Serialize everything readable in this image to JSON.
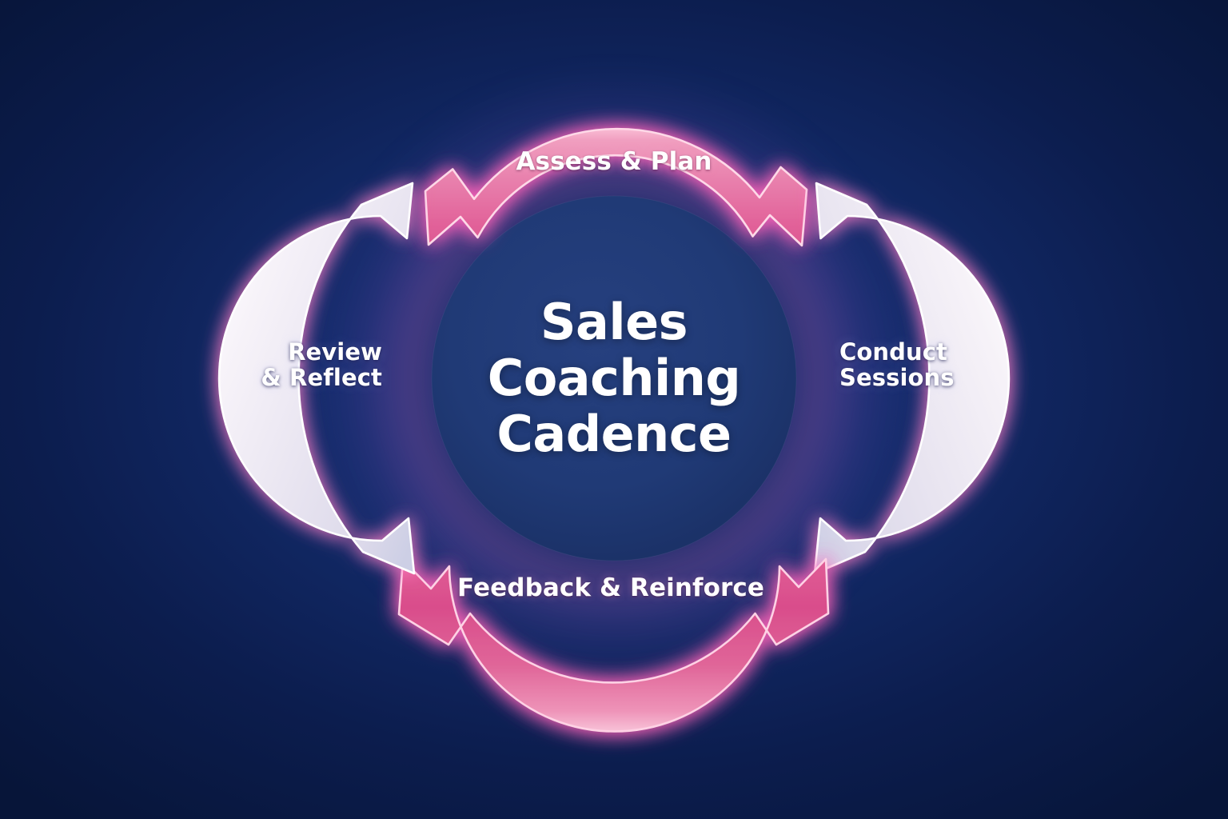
{
  "diagram": {
    "type": "cycle",
    "center_title_lines": [
      "Sales",
      "Coaching",
      "Cadence"
    ],
    "center_title": "Sales Coaching Cadence",
    "direction": "clockwise",
    "step_count": 4,
    "background_color": "#0b1c4c",
    "background_color_dark": "#071539",
    "inner_circle_color": "#233a7a",
    "accent_pink": "#e2588f",
    "accent_pink_light": "#f4a1c3",
    "accent_white": "#f2eef8",
    "glow_color": "#ff6fbe",
    "steps": [
      {
        "id": "assess-plan",
        "label": "Assess & Plan",
        "position": "top",
        "color_style": "pink",
        "order": 1
      },
      {
        "id": "conduct-sessions",
        "label": "Conduct\nSessions",
        "label_flat": "Conduct Sessions",
        "position": "right",
        "color_style": "white",
        "order": 2
      },
      {
        "id": "feedback-reinforce",
        "label": "Feedback & Reinforce",
        "position": "bottom",
        "color_style": "pink",
        "order": 3
      },
      {
        "id": "review-reflect",
        "label": "Review\n& Reflect",
        "label_flat": "Review & Reflect",
        "position": "left",
        "color_style": "white",
        "order": 4
      }
    ]
  }
}
